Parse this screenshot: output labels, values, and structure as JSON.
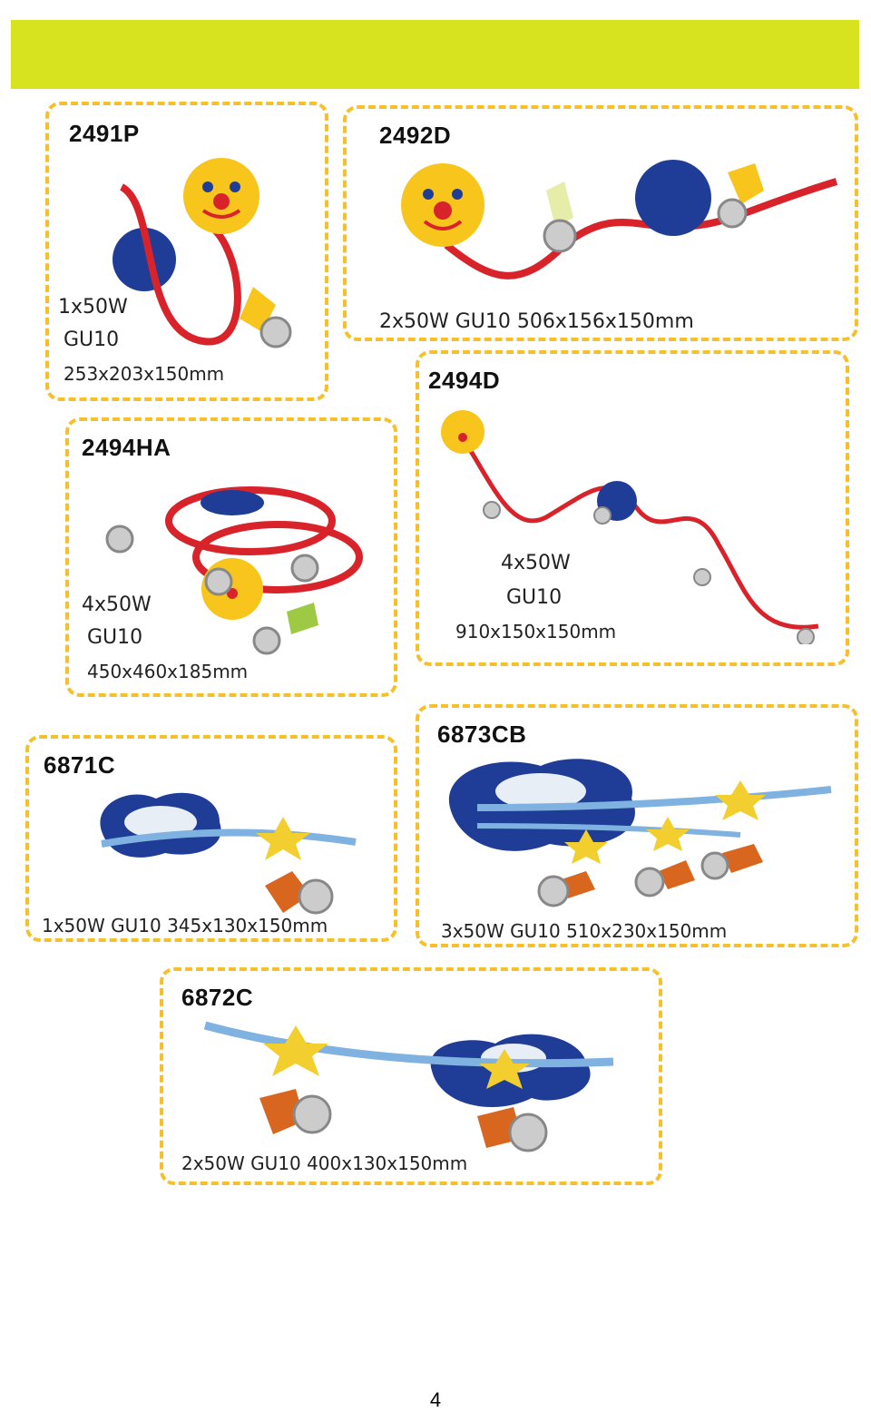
{
  "colors": {
    "header": "#d7e31e",
    "dashed_border": "#f5c02a",
    "arm_red": "#d9232a",
    "smiley_yellow": "#f8c51c",
    "plate_blue": "#1f3d96",
    "arm_light_blue": "#7fb2e0",
    "star_yellow": "#f2cf2f",
    "cone_orange": "#d9661f"
  },
  "products": [
    {
      "code": "2491P",
      "spec_lines": [
        "1x50W",
        "GU10",
        "253x203x150mm"
      ]
    },
    {
      "code": "2492D",
      "spec_lines": [
        "2x50W GU10 506x156x150mm"
      ]
    },
    {
      "code": "2494D",
      "spec_lines": [
        "4x50W",
        "GU10",
        "910x150x150mm"
      ]
    },
    {
      "code": "2494HA",
      "spec_lines": [
        "4x50W",
        "GU10",
        "450x460x185mm"
      ]
    },
    {
      "code": "6871C",
      "spec_lines": [
        "1x50W  GU10 345x130x150mm"
      ]
    },
    {
      "code": "6873CB",
      "spec_lines": [
        "3x50W  GU10 510x230x150mm"
      ]
    },
    {
      "code": "6872C",
      "spec_lines": [
        "2x50W  GU10 400x130x150mm"
      ]
    }
  ],
  "page_number": "4"
}
